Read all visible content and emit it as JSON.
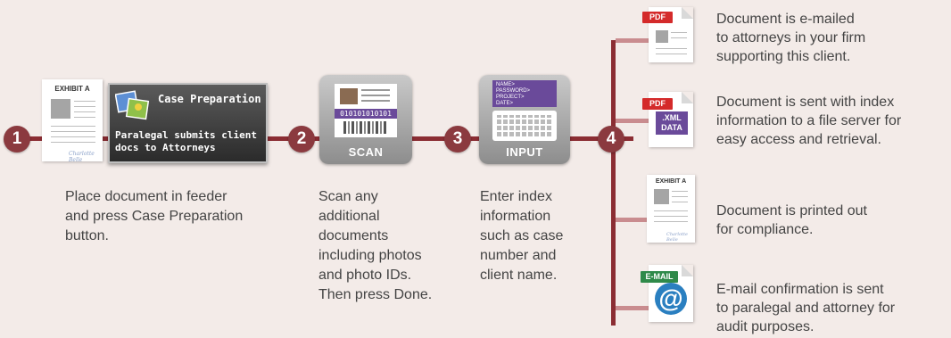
{
  "steps": {
    "s1": "1",
    "s2": "2",
    "s3": "3",
    "s4": "4"
  },
  "exhibit_doc": {
    "header": "EXHIBIT A",
    "signature": "Charlotte Belle"
  },
  "case_prep": {
    "title": "Case Preparation",
    "subtitle": "Paralegal submits client docs to Attorneys"
  },
  "scan": {
    "label": "SCAN",
    "binary": "010101010101"
  },
  "input": {
    "label": "INPUT",
    "fields": [
      "NAME>",
      "PASSWORD>",
      "PROJECT>",
      "DATE>"
    ]
  },
  "captions": {
    "step1": "Place document in feeder and press Case Preparation button.",
    "step2": "Scan any additional documents including photos and photo IDs. Then press Done.",
    "step3": "Enter index information such as case number and client name."
  },
  "outputs": [
    {
      "badge": "PDF",
      "text_lines": [
        "Document is e-mailed",
        "to attorneys in your firm",
        "supporting this client."
      ]
    },
    {
      "badge": "PDF",
      "xml_label": ".XML DATA",
      "text_lines": [
        "Document is sent with index",
        "information to a file server for",
        "easy access and retrieval."
      ]
    },
    {
      "header": "EXHIBIT A",
      "signature": "Charlotte Belle",
      "text_lines": [
        "Document is printed out",
        "for compliance."
      ]
    },
    {
      "badge": "E-MAIL",
      "symbol": "@",
      "text_lines": [
        "E-mail confirmation is sent",
        "to paralegal and attorney for",
        "audit purposes."
      ]
    }
  ],
  "colors": {
    "line": "#8b2d33",
    "step_circle": "#8b3a3f",
    "pdf_badge": "#d42a2a",
    "email_badge": "#2f8a4a",
    "xml_badge": "#6a4a9a"
  }
}
